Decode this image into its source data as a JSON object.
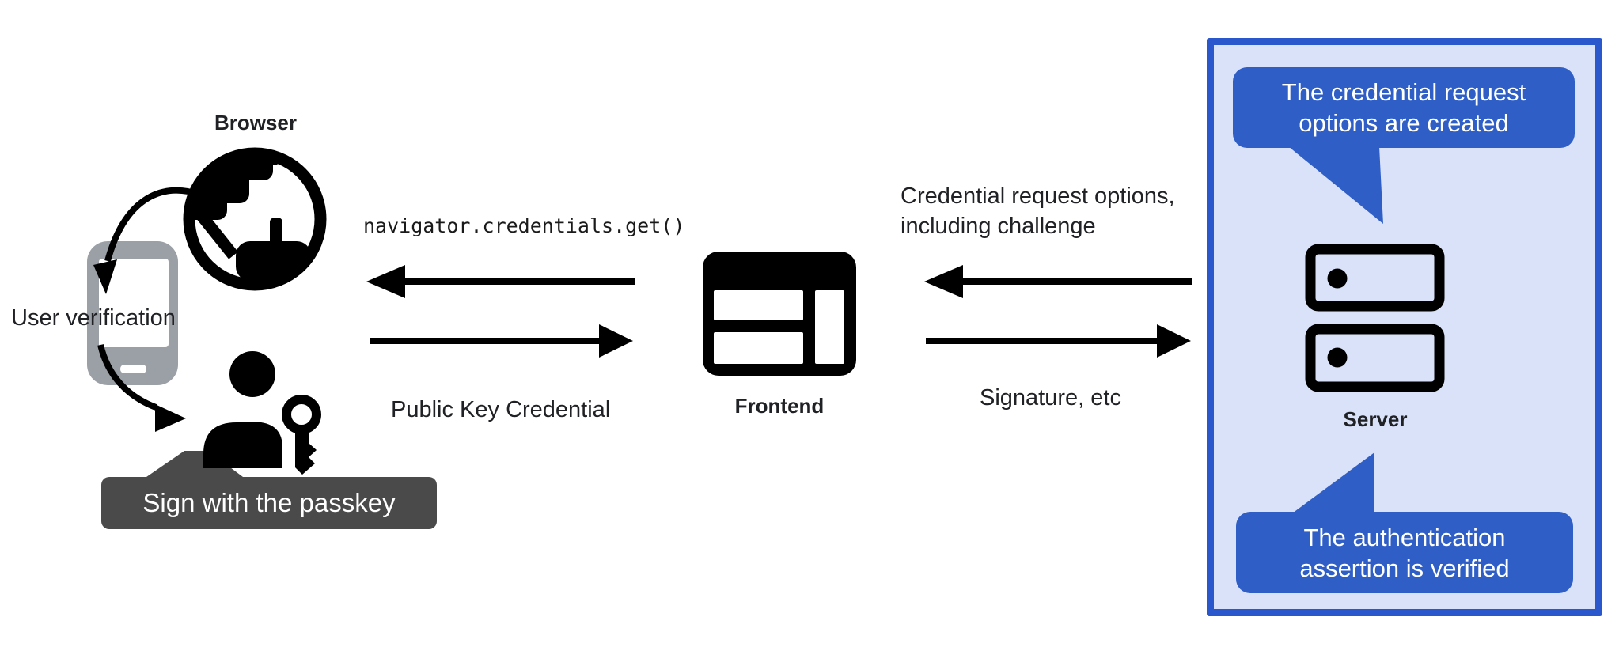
{
  "labels": {
    "browser": "Browser",
    "user_verification": "User verification",
    "frontend": "Frontend",
    "server": "Server",
    "api_call": "navigator.credentials.get()",
    "public_key_credential": "Public Key Credential",
    "credential_request_line1": "Credential request options,",
    "credential_request_line2": "including challenge",
    "signature": "Signature, etc"
  },
  "tooltip": {
    "text": "Sign with the passkey"
  },
  "server_panel": {
    "bubble_top_line1": "The credential request",
    "bubble_top_line2": "options are created",
    "bubble_bottom_line1": "The authentication",
    "bubble_bottom_line2": "assertion is verified"
  },
  "icons": {
    "globe": "globe-icon",
    "phone": "smartphone-icon",
    "person_passkey": "passkey-person-icon",
    "frontend_window": "browser-window-icon",
    "server_stack": "server-stack-icon"
  },
  "colors": {
    "bubble_blue": "#2e5ec6",
    "panel_border": "#2b57cd",
    "panel_bg": "#d9e2f9",
    "tooltip_gray": "#4a4a4a",
    "phone_gray": "#9aa0a6",
    "icon_black": "#000000",
    "text": "#202124"
  }
}
